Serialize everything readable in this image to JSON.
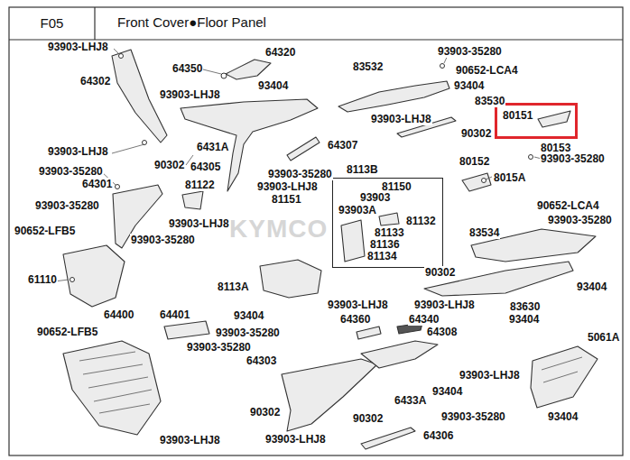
{
  "diagram": {
    "title": "Front Cover●Floor Panel",
    "nodes": [
      {
        "text": [
          "F05"
        ]
      },
      {
        "text": [
          "80151"
        ]
      },
      {
        "text": [
          "8113B",
          "81150",
          "93903",
          "93903A",
          "81132",
          "81133",
          "81136",
          "81134"
        ]
      }
    ],
    "labels": [
      "93903-LHJ8",
      "64302",
      "64350",
      "64320",
      "93404",
      "93903-LHJ8",
      "83532",
      "93903-35280",
      "90652-LCA4",
      "93404",
      "83530",
      "93903-LHJ8",
      "90302",
      "80153",
      "93903-35280",
      "80152",
      "8015A",
      "93903-LHJ8",
      "6431A",
      "90302",
      "64305",
      "64307",
      "93903-35280",
      "93903-35280",
      "64301",
      "81122",
      "93903-LHJ8",
      "81151",
      "93903-35280",
      "93903-LHJ8",
      "90652-LFB5",
      "93903-35280",
      "8113A",
      "90652-LCA4",
      "93903-35280",
      "83534",
      "61110",
      "90302",
      "93404",
      "83630",
      "93404",
      "93903-LHJ8",
      "93903-LHJ8",
      "64400",
      "64401",
      "93404",
      "64360",
      "64340",
      "90652-LFB5",
      "93903-35280",
      "64308",
      "5061A",
      "93903-35280",
      "64303",
      "93903-LHJ8",
      "93404",
      "6433A",
      "90302",
      "90302",
      "93903-35280",
      "93404",
      "93903-LHJ8",
      "93903-LHJ8",
      "64306",
      "KYMCO"
    ]
  }
}
